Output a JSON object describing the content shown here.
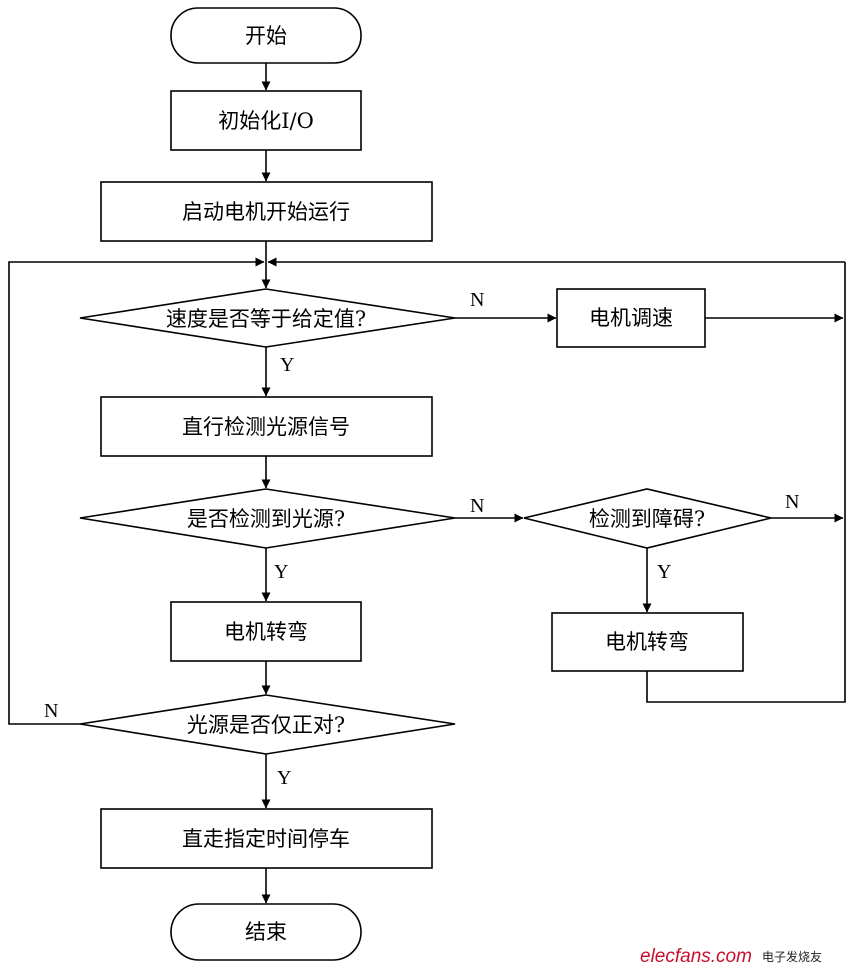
{
  "nodes": {
    "start": "开始",
    "init_io": "初始化I/O",
    "start_motor": "启动电机开始运行",
    "speed_check": "速度是否等于给定值?",
    "motor_speed_adjust": "电机调速",
    "detect_light": "直行检测光源信号",
    "light_detected": "是否检测到光源?",
    "obstacle_detected": "检测到障碍?",
    "motor_turn_left": "电机转弯",
    "motor_turn_right": "电机转弯",
    "light_facing": "光源是否仅正对?",
    "straight_timed_stop": "直走指定时间停车",
    "end": "结束"
  },
  "branch_labels": {
    "speed_yes": "Y",
    "speed_no": "N",
    "light_yes": "Y",
    "light_no": "N",
    "obstacle_yes": "Y",
    "obstacle_no": "N",
    "facing_yes": "Y",
    "facing_no": "N"
  },
  "watermark": {
    "site": "elecfans.com",
    "tagline": "电子发烧友"
  }
}
